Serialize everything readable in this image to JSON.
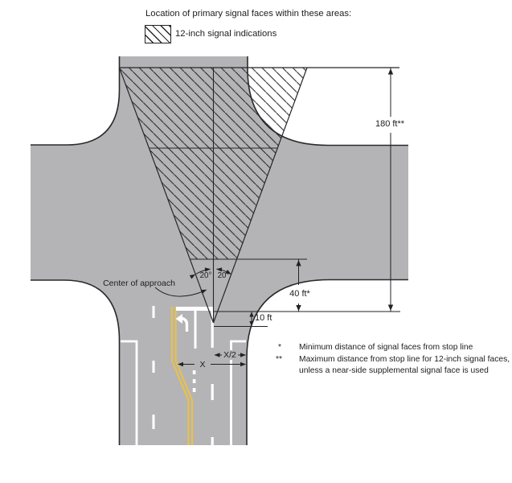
{
  "title": "Location of primary signal faces within these areas:",
  "legend": {
    "label": "12-inch signal indications"
  },
  "dimensions": {
    "d180": "180 ft**",
    "d40": "40 ft*",
    "d10": "10 ft",
    "angle_left": "20°",
    "angle_right": "20°",
    "x_half": "X/2",
    "x_full": "X"
  },
  "labels": {
    "center_of_approach": "Center of approach"
  },
  "footnotes": [
    {
      "marker": "*",
      "text": "Minimum distance of signal faces from stop line"
    },
    {
      "marker": "**",
      "text": "Maximum distance from stop line for 12-inch signal faces, unless a near-side supplemental signal face is used"
    }
  ],
  "colors": {
    "road_gray": "#b4b4b6",
    "line_black": "#26262a",
    "centerline_yellow": "#e9c14b",
    "marking_white": "#ffffff"
  }
}
